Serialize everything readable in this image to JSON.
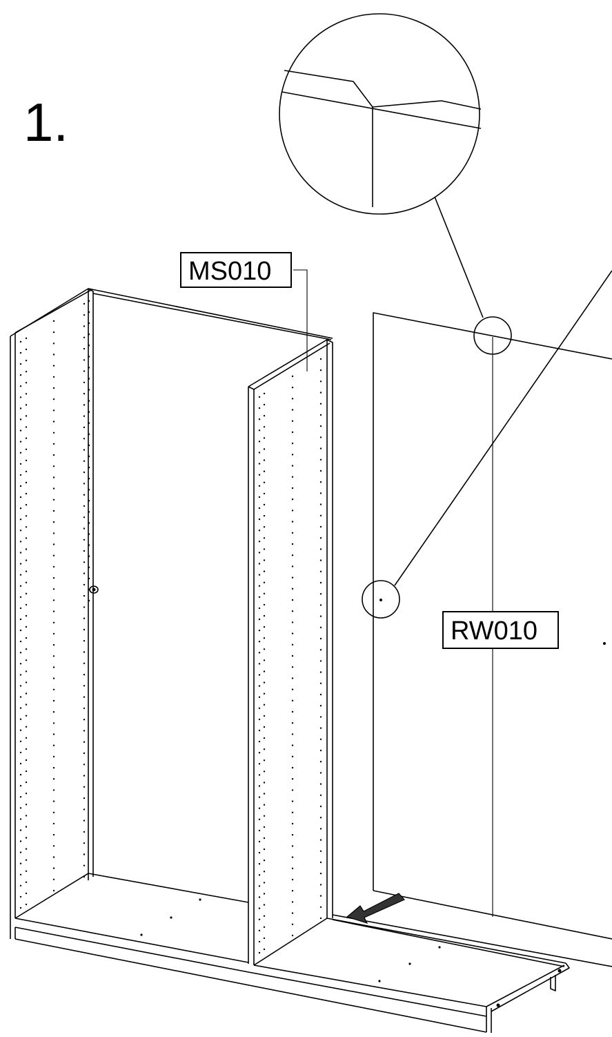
{
  "step": {
    "number": "1."
  },
  "parts": {
    "side_panel_label": "MS010",
    "back_wall_label": "RW010"
  },
  "icons": {
    "detail_zoom": "magnifier-circle-icon",
    "push_direction": "arrow-icon"
  }
}
